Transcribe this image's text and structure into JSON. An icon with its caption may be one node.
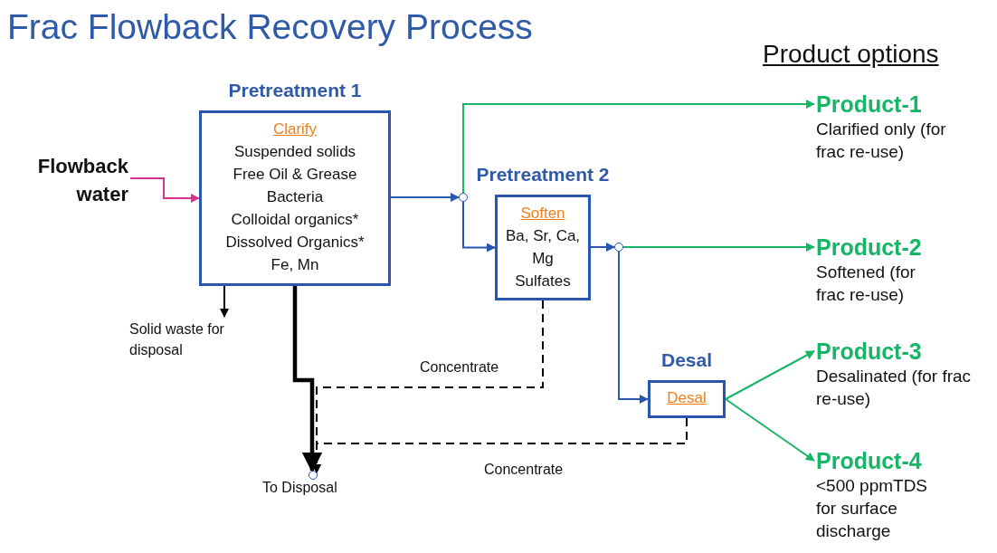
{
  "diagram": {
    "title": "Frac Flowback Recovery Process",
    "nodes": [
      {
        "text": [
          "Flowback water"
        ]
      },
      {
        "text": [
          "Pretreatment 1",
          "Clarify",
          "Suspended solids",
          "Free Oil & Grease",
          "Bacteria",
          "Colloidal organics*",
          "Dissolved Organics*",
          "Fe, Mn"
        ]
      },
      {
        "text": [],
        "shape": "circle"
      },
      {
        "text": [
          "Pretreatment 2",
          "Soften",
          "Ba, Sr, Ca, Mg",
          "Sulfates"
        ]
      },
      {
        "text": [],
        "shape": "circle"
      },
      {
        "text": [
          "Desal",
          "Desal"
        ]
      },
      {
        "text": [
          "Product-1",
          "Clarified only (for frac re-use)"
        ]
      },
      {
        "text": [
          "Product-2",
          "Softened (for frac re-use)"
        ]
      },
      {
        "text": [
          "Product-3",
          "Desalinated (for frac re-use)"
        ]
      },
      {
        "text": [
          "Product-4",
          "<500 ppmTDS for surface discharge"
        ]
      },
      {
        "text": [
          "Solid waste for disposal"
        ]
      },
      {
        "text": [],
        "shape": "circle",
        "beside": [
          "To Disposal"
        ]
      }
    ],
    "edges": [
      {
        "from": 0,
        "to": 1,
        "arrow": "to",
        "color": "#d6338f"
      },
      {
        "from": 1,
        "to": 2,
        "arrow": "to",
        "color": "#2757b0"
      },
      {
        "from": 2,
        "to": 6,
        "arrow": "to",
        "color": "#17b566"
      },
      {
        "from": 2,
        "to": 3,
        "arrow": "to",
        "color": "#2757b0"
      },
      {
        "from": 3,
        "to": 4,
        "arrow": "to",
        "color": "#2757b0"
      },
      {
        "from": 4,
        "to": 7,
        "arrow": "to",
        "color": "#17b566"
      },
      {
        "from": 4,
        "to": 5,
        "arrow": "to",
        "color": "#2757b0"
      },
      {
        "from": 5,
        "to": 8,
        "arrow": "to",
        "color": "#17b566"
      },
      {
        "from": 5,
        "to": 9,
        "arrow": "to",
        "color": "#17b566"
      },
      {
        "from": 1,
        "to": 10,
        "arrow": "to",
        "color": "#000000"
      },
      {
        "from": 1,
        "to": 11,
        "arrow": "to",
        "style": "thick",
        "color": "#000000"
      },
      {
        "from": 3,
        "to": 11,
        "arrow": "to",
        "style": "dashed",
        "color": "#000000",
        "label": "Concentrate"
      },
      {
        "from": 5,
        "to": 11,
        "arrow": "to",
        "style": "dashed",
        "color": "#000000",
        "label": "Concentrate"
      }
    ],
    "labels": [
      "Product options"
    ]
  }
}
